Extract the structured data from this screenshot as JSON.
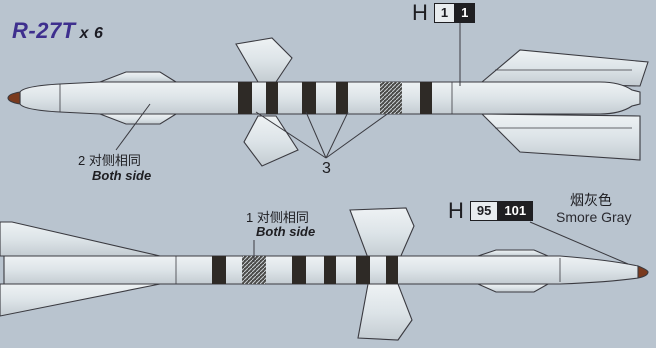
{
  "title": {
    "name": "R-27T",
    "qty": "x 6"
  },
  "top_missile": {
    "callout_2_cn": "2 对侧相同",
    "callout_2_en": "Both side",
    "callout_3": "3",
    "paint_code": {
      "prefix": "H",
      "codes": [
        "1",
        "1"
      ]
    }
  },
  "bottom_missile": {
    "callout_1_cn": "1 对侧相同",
    "callout_1_en": "Both side",
    "paint_code": {
      "prefix": "H",
      "codes": [
        "95",
        "101"
      ]
    },
    "color_name_cn": "烟灰色",
    "color_name_en": "Smore Gray"
  },
  "colors": {
    "background": "#b9c4cf",
    "missile_body": "#dfe6ea",
    "stripe": "#2e2a26",
    "nose_tip": "#7a3a1e",
    "title": "#3e2f8e"
  }
}
